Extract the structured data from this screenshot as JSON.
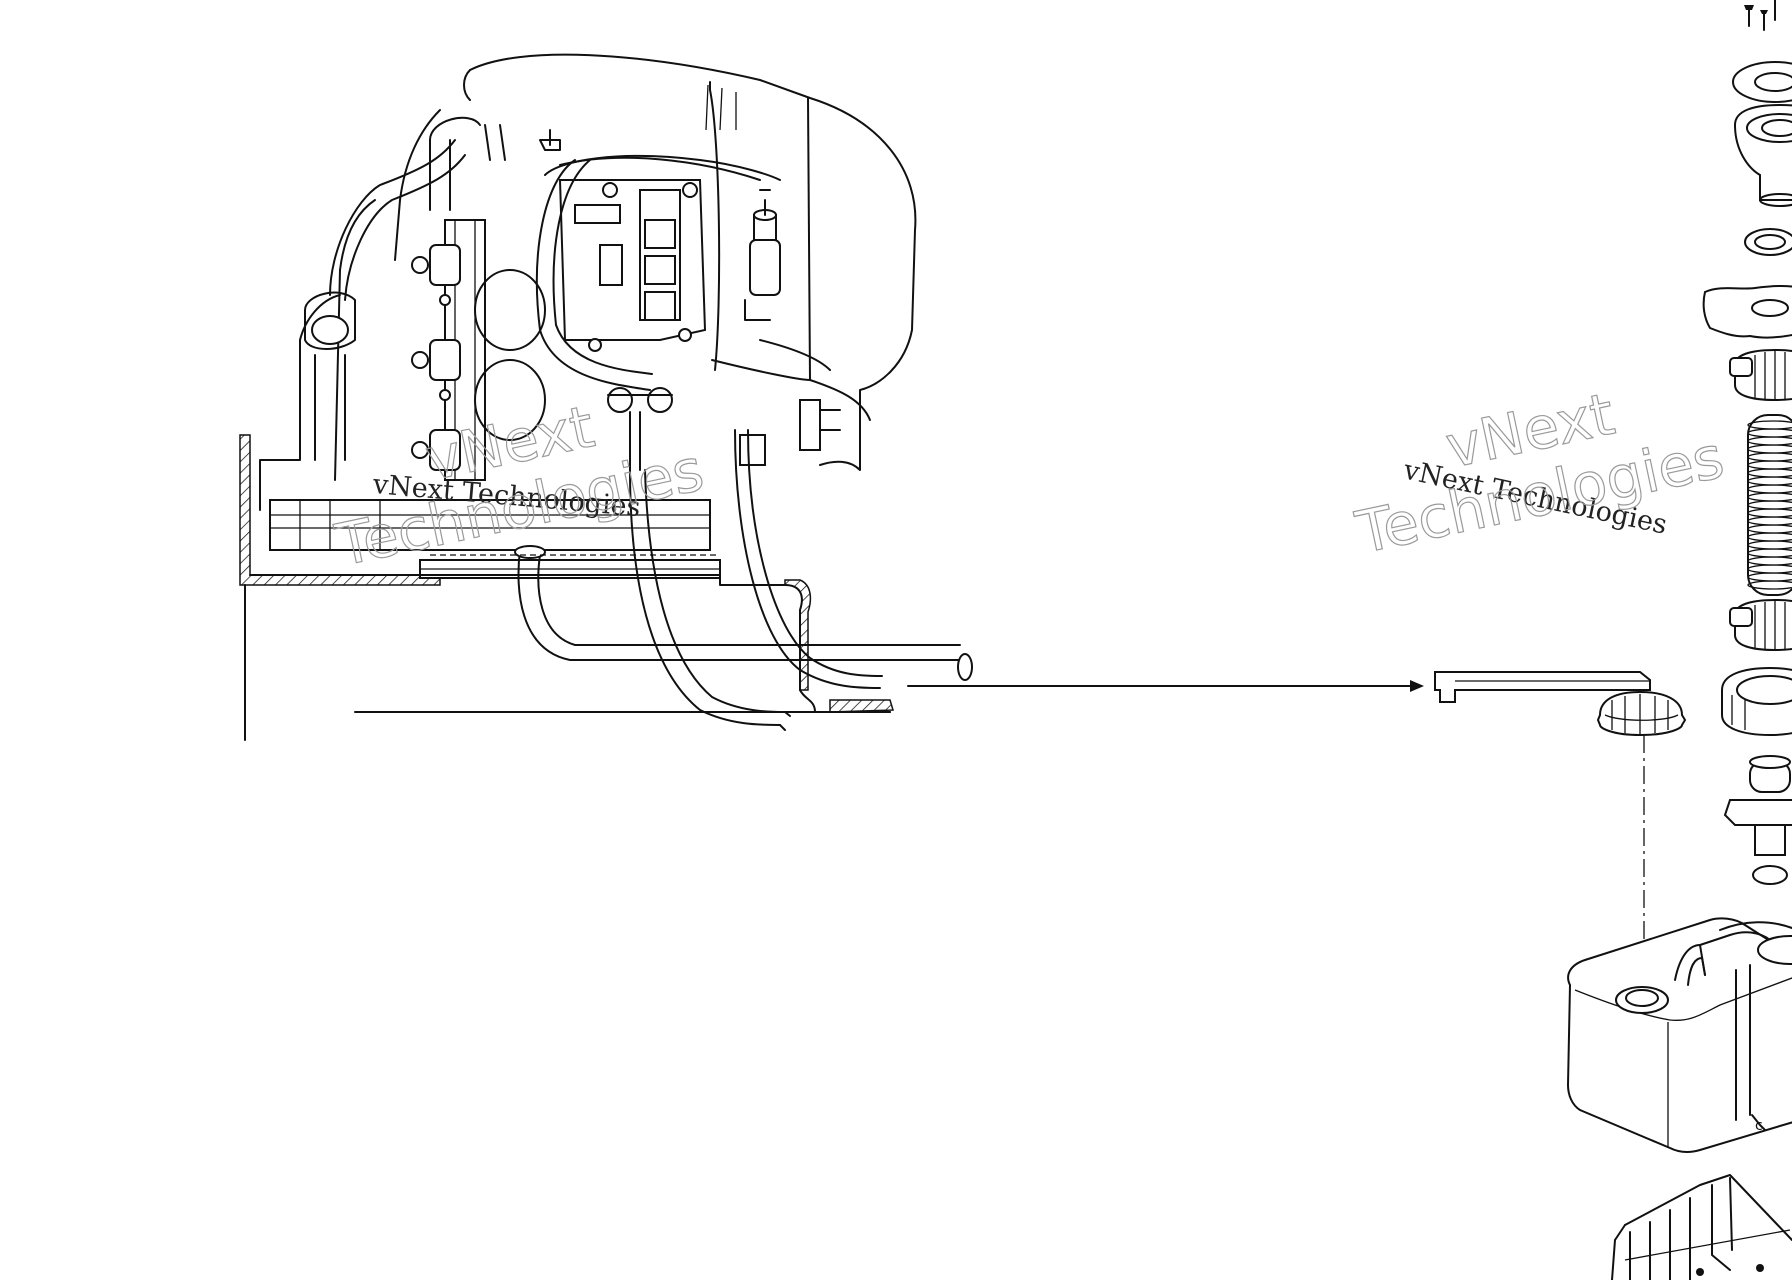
{
  "watermarks": [
    {
      "small": "vNext Technologies",
      "big_line1": "vNext",
      "big_line2": "Technologies"
    },
    {
      "small": "vNext Technologies",
      "big_line1": "vNext",
      "big_line2": "Technologies"
    }
  ],
  "colors": {
    "line": "#111111",
    "watermark_outline": "#9a9a9a",
    "background": "#ffffff"
  }
}
